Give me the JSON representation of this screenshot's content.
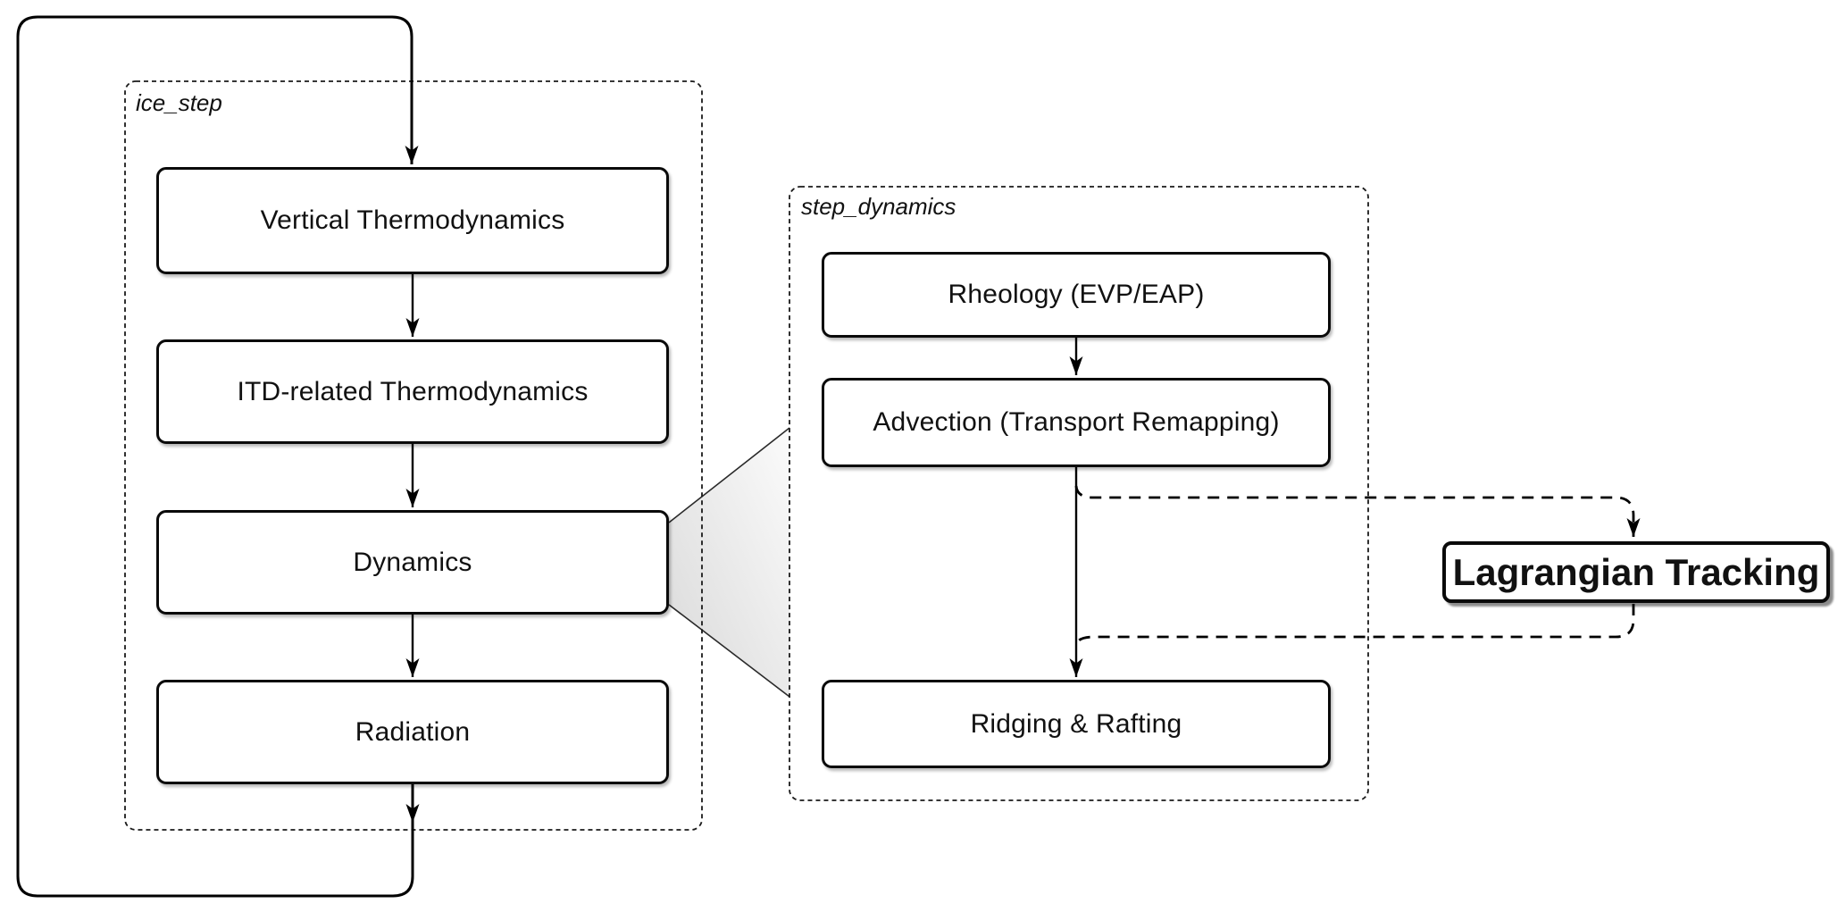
{
  "diagram": {
    "colors": {
      "line": "#000000",
      "box_background": "#ffffff",
      "funnel_dark": "#dcdcdc",
      "funnel_light": "#fbfbfb"
    },
    "groups": {
      "ice_step": {
        "label": "ice_step"
      },
      "step_dynamics": {
        "label": "step_dynamics"
      }
    },
    "nodes": {
      "vertical_thermo": {
        "label": "Vertical Thermodynamics"
      },
      "itd_thermo": {
        "label": "ITD-related Thermodynamics"
      },
      "dynamics": {
        "label": "Dynamics"
      },
      "radiation": {
        "label": "Radiation"
      },
      "rheology": {
        "label": "Rheology (EVP/EAP)"
      },
      "advection": {
        "label": "Advection (Transport Remapping)"
      },
      "ridging": {
        "label": "Ridging & Rafting"
      },
      "lagrangian": {
        "label": "Lagrangian Tracking"
      }
    },
    "edges": [
      {
        "from": "vertical_thermo",
        "to": "itd_thermo",
        "style": "solid-arrow"
      },
      {
        "from": "itd_thermo",
        "to": "dynamics",
        "style": "solid-arrow"
      },
      {
        "from": "dynamics",
        "to": "radiation",
        "style": "solid-arrow"
      },
      {
        "from": "radiation",
        "to": "vertical_thermo",
        "style": "solid-arrow-loop"
      },
      {
        "from": "rheology",
        "to": "advection",
        "style": "solid-arrow"
      },
      {
        "from": "advection",
        "to": "ridging",
        "style": "solid-arrow"
      },
      {
        "from": "advection",
        "to": "lagrangian",
        "style": "dashed-arrow"
      },
      {
        "from": "lagrangian",
        "to": "ridging",
        "style": "dashed"
      },
      {
        "from": "dynamics",
        "to": "step_dynamics",
        "style": "expansion-funnel"
      }
    ]
  }
}
